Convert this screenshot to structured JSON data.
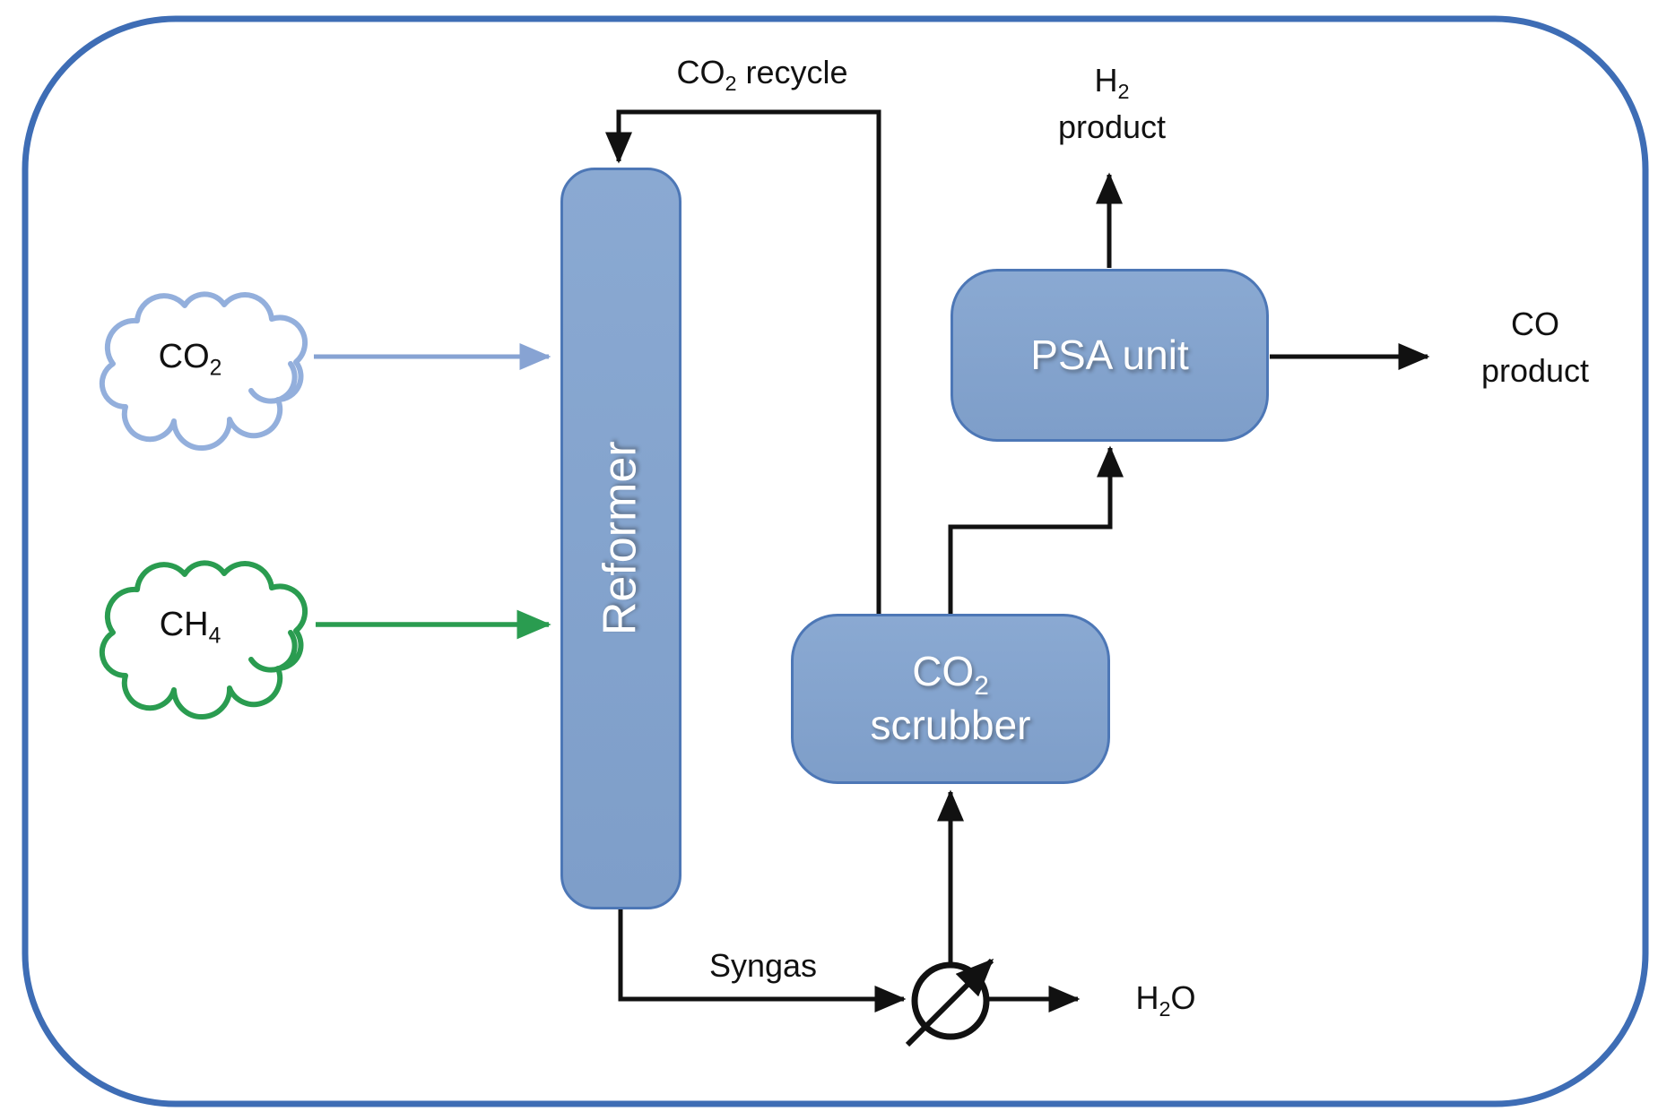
{
  "colors": {
    "frame": "#3e6db5",
    "line": "#111111",
    "box_fill_a": "#8aa9d2",
    "box_fill_b": "#7e9ec9",
    "box_stroke": "#4d77b6",
    "cloud_co2": "#93afdc",
    "arrow_co2": "#87a3d3",
    "cloud_ch4": "#2a9c50",
    "label": "#111111"
  },
  "units": {
    "reformer": {
      "label": "Reformer"
    },
    "psa": {
      "label": "PSA unit"
    },
    "scrubber": {
      "formula_pre": "CO",
      "formula_sub": "2",
      "name": "scrubber"
    }
  },
  "feeds": {
    "co2": {
      "pre": "CO",
      "sub": "2"
    },
    "ch4": {
      "pre": "CH",
      "sub": "4"
    }
  },
  "streams": {
    "co2_recycle": {
      "pre": "CO",
      "sub": "2",
      "post": " recycle"
    },
    "syngas": {
      "label": "Syngas"
    },
    "h2_product": {
      "pre": "H",
      "sub": "2",
      "line2": "product"
    },
    "co_product": {
      "line1": "CO",
      "line2": "product"
    },
    "h2o": {
      "pre": "H",
      "sub": "2",
      "post": "O"
    }
  },
  "icons": {
    "heat_exchanger": "heat-exchanger-icon",
    "co2_cloud": "cloud-icon",
    "ch4_cloud": "cloud-icon"
  }
}
